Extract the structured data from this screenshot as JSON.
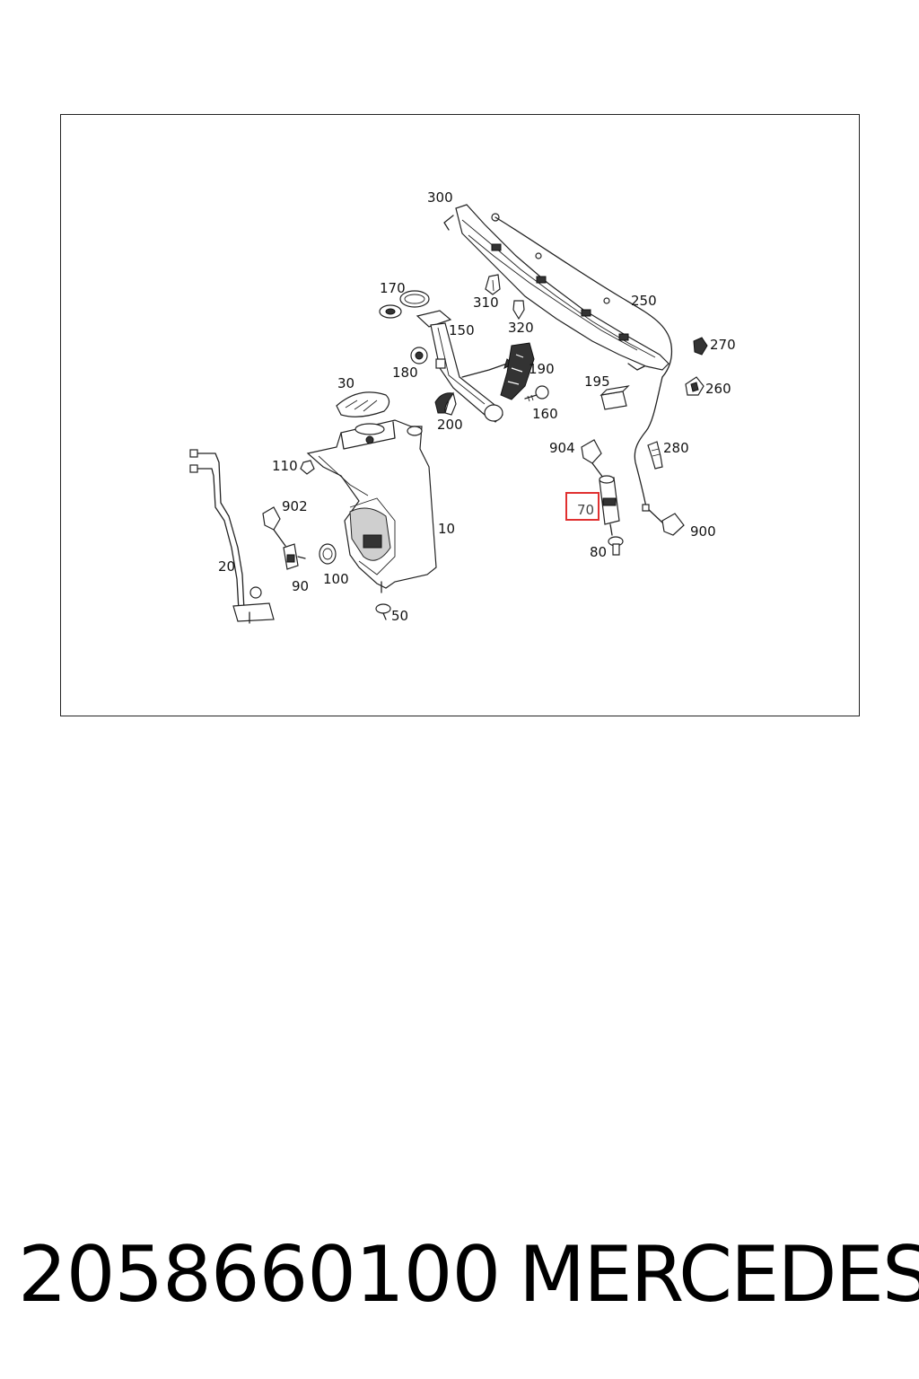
{
  "diagram": {
    "labels": {
      "l300": "300",
      "l250": "250",
      "l170": "170",
      "l310": "310",
      "l320": "320",
      "l150": "150",
      "l270": "270",
      "l180": "180",
      "l190": "190",
      "l260": "260",
      "l195": "195",
      "l30": "30",
      "l160": "160",
      "l200": "200",
      "l904": "904",
      "l280": "280",
      "l110": "110",
      "l902": "902",
      "l70": "70",
      "l10": "10",
      "l900": "900",
      "l80": "80",
      "l20": "20",
      "l100": "100",
      "l90": "90",
      "l50": "50"
    },
    "highlight": {
      "part": "70",
      "color": "#e03030"
    }
  },
  "footer": {
    "part_number": "2058660100",
    "brand": "MERCEDES"
  }
}
